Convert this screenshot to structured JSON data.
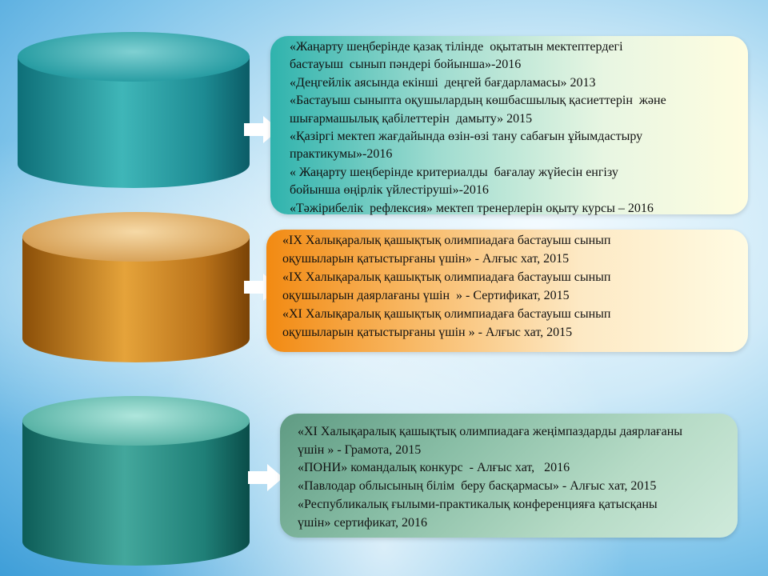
{
  "boxes": [
    {
      "lines": [
        "«Жаңарту шеңберінде қазақ тілінде  оқытатын мектептердегі",
        "бастауыш  сынып пәндері бойынша»-2016",
        "«Деңгейлік аясында екінші  деңгей бағдарламасы» 2013",
        "«Бастауыш сыныпта оқушылардың көшбасшылық қасиеттерін  және",
        "шығармашылық қабілеттерін  дамыту» 2015",
        "«Қазіргі мектеп жағдайында өзін-өзі тану сабағын ұйымдастыру",
        "практикумы»-2016",
        "« Жаңарту шеңберінде критериалды  бағалау жүйесін енгізу",
        "бойынша өңірлік үйлестіруші»-2016",
        "«Тәжірибелік  рефлексия» мектеп тренерлерін оқыту курсы – 2016"
      ]
    },
    {
      "lines": [
        "«IX Халықаралық қашықтық олимпиадаға бастауыш сынып",
        "оқушыларын қатыстырғаны үшін» - Алғыс хат, 2015",
        "«IX Халықаралық қашықтық олимпиадаға бастауыш сынып",
        "оқушыларын даярлағаны үшін  » - Сертификат, 2015",
        "«XI Халықаралық қашықтық олимпиадаға бастауыш сынып",
        "оқушыларын қатыстырғаны үшін » - Алғыс хат, 2015"
      ]
    },
    {
      "lines": [
        "«XI Халықаралық қашықтық олимпиадаға жеңімпаздарды даярлағаны",
        "үшін » - Грамота, 2015",
        "«ПОНИ» командалық конкурс  - Алғыс хат,   2016",
        "«Павлодар облысының білім  беру басқармасы» - Алғыс хат, 2015",
        "«Республикалық ғылыми-практикалық конференцияға қатысқаны",
        "үшін» сертификат, 2016"
      ]
    }
  ],
  "colors": {
    "teal": "#2fa7a8",
    "orange": "#f08a1c",
    "sage": "#5f9a84"
  }
}
